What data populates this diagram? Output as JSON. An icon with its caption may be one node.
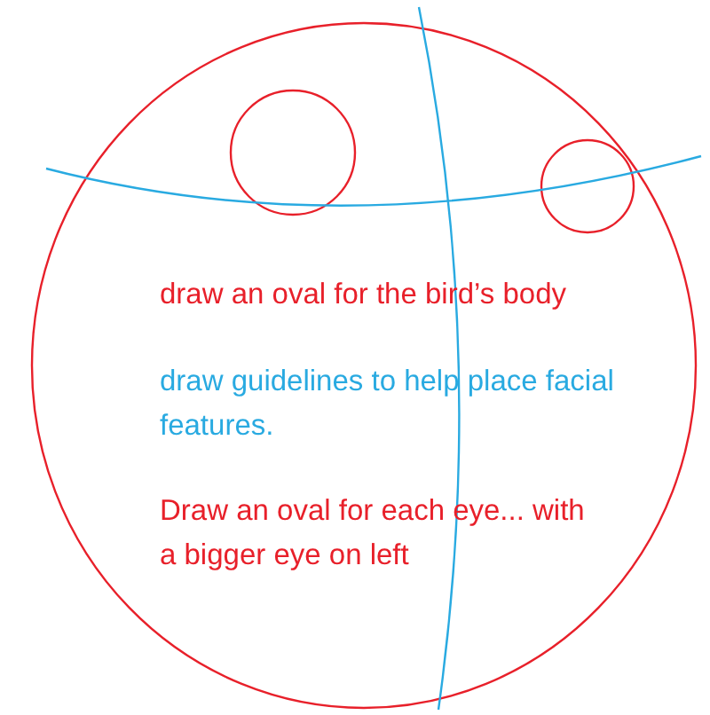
{
  "diagram": {
    "labels": [
      "draw an oval for the bird’s body",
      "draw guidelines to help place facial features.",
      "Draw an oval for each eye... with a bigger eye on left"
    ]
  }
}
